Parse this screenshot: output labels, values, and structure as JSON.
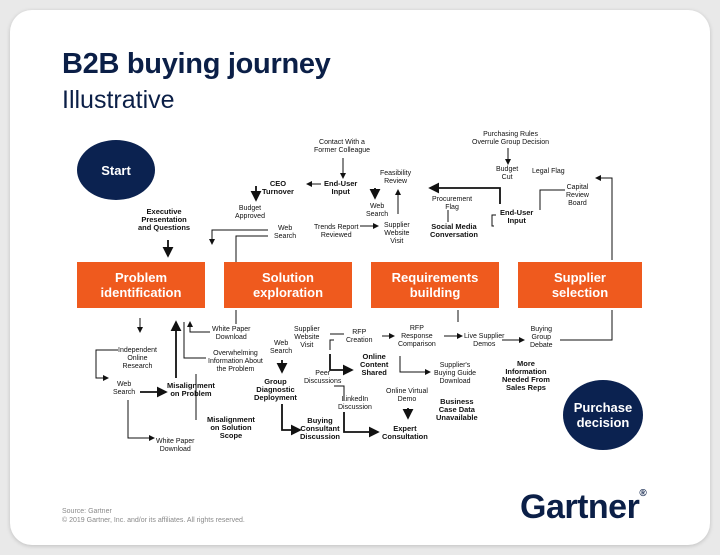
{
  "header": {
    "title": "B2B buying journey",
    "subtitle": "Illustrative"
  },
  "nodes": {
    "start": "Start",
    "purchase_decision": [
      "Purchase",
      "decision"
    ]
  },
  "stages": [
    [
      "Problem",
      "identification"
    ],
    [
      "Solution",
      "exploration"
    ],
    [
      "Requirements",
      "building"
    ],
    [
      "Supplier",
      "selection"
    ]
  ],
  "labels": {
    "contact_colleague": [
      "Contact With a",
      "Former Colleague"
    ],
    "end_user_input_1": [
      "End-User",
      "Input"
    ],
    "ceo_turnover": [
      "CEO",
      "Turnover"
    ],
    "budget_approved": [
      "Budget",
      "Approved"
    ],
    "executive_presentation": [
      "Executive",
      "Presentation",
      "and Questions"
    ],
    "web_search_top": [
      "Web",
      "Search"
    ],
    "trends_report": [
      "Trends Report",
      "Reviewed"
    ],
    "feasibility_review": [
      "Feasibility",
      "Review"
    ],
    "web_search_mid": [
      "Web",
      "Search"
    ],
    "supplier_website_visit_top": [
      "Supplier",
      "Website",
      "Visit"
    ],
    "procurement_flag": [
      "Procurement",
      "Flag"
    ],
    "social_media": [
      "Social Media",
      "Conversation"
    ],
    "purchasing_rules": [
      "Purchasing Rules",
      "Overrule Group Decision"
    ],
    "budget_cut": [
      "Budget",
      "Cut"
    ],
    "legal_flag": "Legal Flag",
    "capital_review": [
      "Capital",
      "Review",
      "Board"
    ],
    "end_user_input_2": [
      "End-User",
      "Input"
    ],
    "independent_research": [
      "Independent",
      "Online",
      "Research"
    ],
    "web_search_left": [
      "Web",
      "Search"
    ],
    "misalignment_problem": [
      "Misalignment",
      "on Problem"
    ],
    "white_paper_left": [
      "White Paper",
      "Download"
    ],
    "misalignment_scope": [
      "Misalignment",
      "on Solution",
      "Scope"
    ],
    "white_paper_mid": [
      "White Paper",
      "Download"
    ],
    "overwhelming_info": [
      "Overwhelming",
      "Information About",
      "the Problem"
    ],
    "web_search_bottom": [
      "Web",
      "Search"
    ],
    "group_diagnostic": [
      "Group",
      "Diagnostic",
      "Deployment"
    ],
    "buying_consultant": [
      "Buying",
      "Consultant",
      "Discussion"
    ],
    "supplier_website_visit_bottom": [
      "Supplier",
      "Website",
      "Visit"
    ],
    "peer_discussions": [
      "Peer",
      "Discussions"
    ],
    "linkedin_discussion": [
      "LinkedIn",
      "Discussion"
    ],
    "rfp_creation": [
      "RFP",
      "Creation"
    ],
    "online_content_shared": [
      "Online",
      "Content",
      "Shared"
    ],
    "rfp_response": [
      "RFP",
      "Response",
      "Comparison"
    ],
    "suppliers_guide": [
      "Supplier's",
      "Buying Guide",
      "Download"
    ],
    "online_virtual_demo": [
      "Online Virtual",
      "Demo"
    ],
    "expert_consultation": [
      "Expert",
      "Consultation"
    ],
    "business_case": [
      "Business",
      "Case Data",
      "Unavailable"
    ],
    "live_supplier_demos": [
      "Live Supplier",
      "Demos"
    ],
    "buying_group_debate": [
      "Buying",
      "Group",
      "Debate"
    ],
    "more_information": [
      "More",
      "Information",
      "Needed From",
      "Sales Reps"
    ]
  },
  "footer": {
    "source": "Source: Gartner",
    "copyright": "© 2019 Gartner, Inc. and/or its affiliates. All rights reserved.",
    "logo": "Gartner",
    "logo_mark": "®"
  },
  "colors": {
    "navy": "#0b2250",
    "orange": "#ef5a1e"
  }
}
